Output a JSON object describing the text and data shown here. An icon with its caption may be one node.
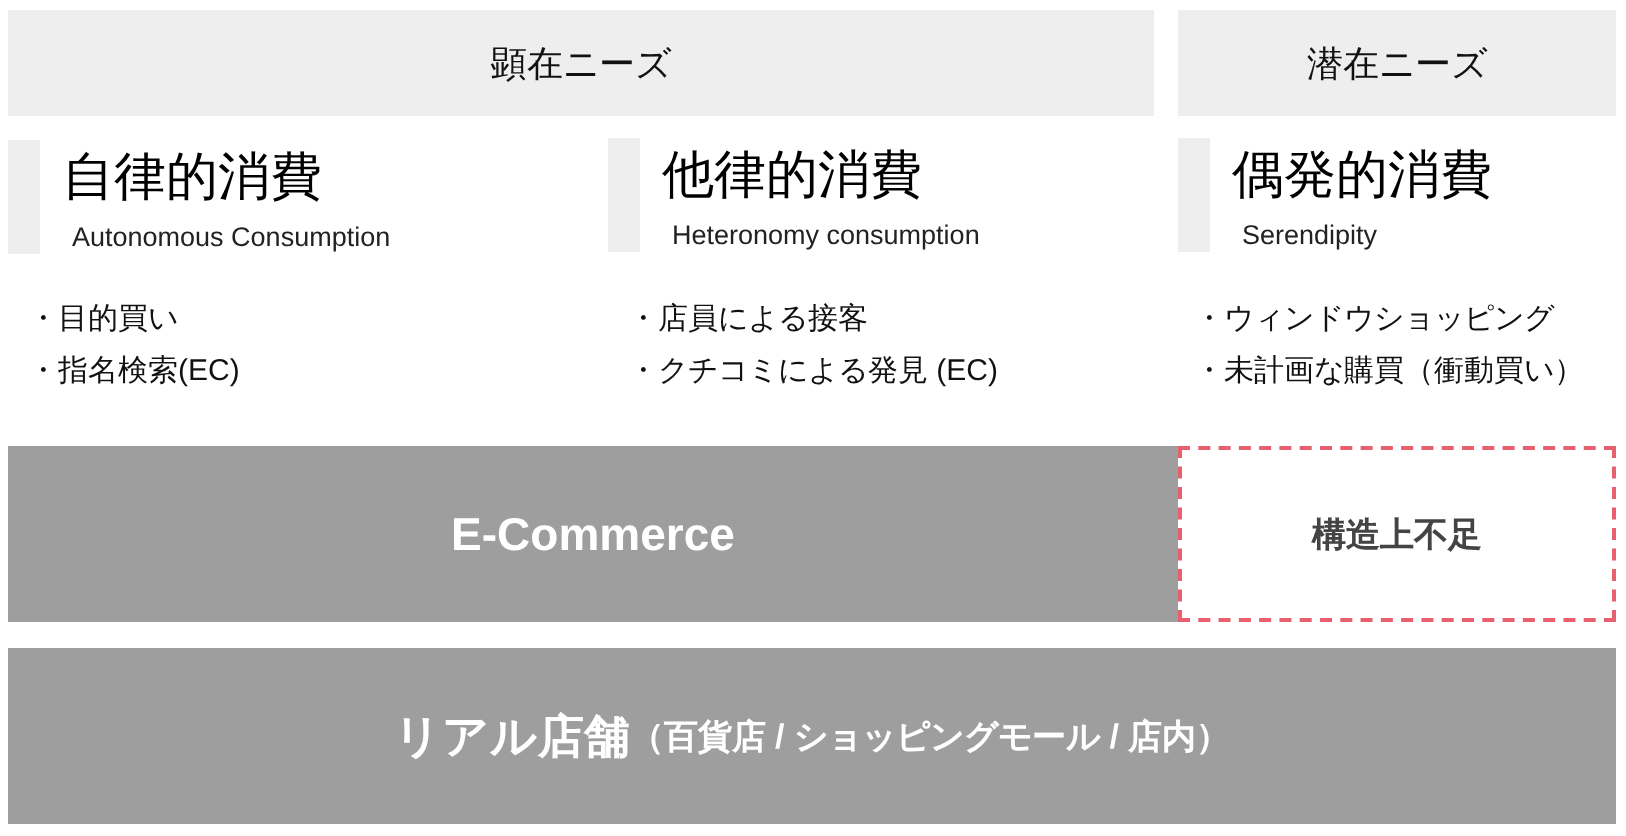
{
  "diagram": {
    "nodes": [
      {
        "text": [
          "顕在ニーズ"
        ]
      },
      {
        "text": [
          "潜在ニーズ"
        ]
      },
      {
        "text": [
          "自律的消費",
          "Autonomous Consumption"
        ],
        "beside": [
          "・目的買い",
          "・指名検索(EC)"
        ]
      },
      {
        "text": [
          "他律的消費",
          "Heteronomy consumption"
        ],
        "beside": [
          "・店員による接客",
          "・クチコミによる発見 (EC)"
        ]
      },
      {
        "text": [
          "偶発的消費",
          "Serendipity"
        ],
        "beside": [
          "・ウィンドウショッピング",
          "・未計画な購買（衝動買い）"
        ]
      },
      {
        "text": [
          "E-Commerce"
        ]
      },
      {
        "text": [
          "構造上不足"
        ]
      },
      {
        "text": [
          "リアル店舗",
          "（百貨店 / ショッピングモール / 店内）"
        ]
      }
    ]
  }
}
